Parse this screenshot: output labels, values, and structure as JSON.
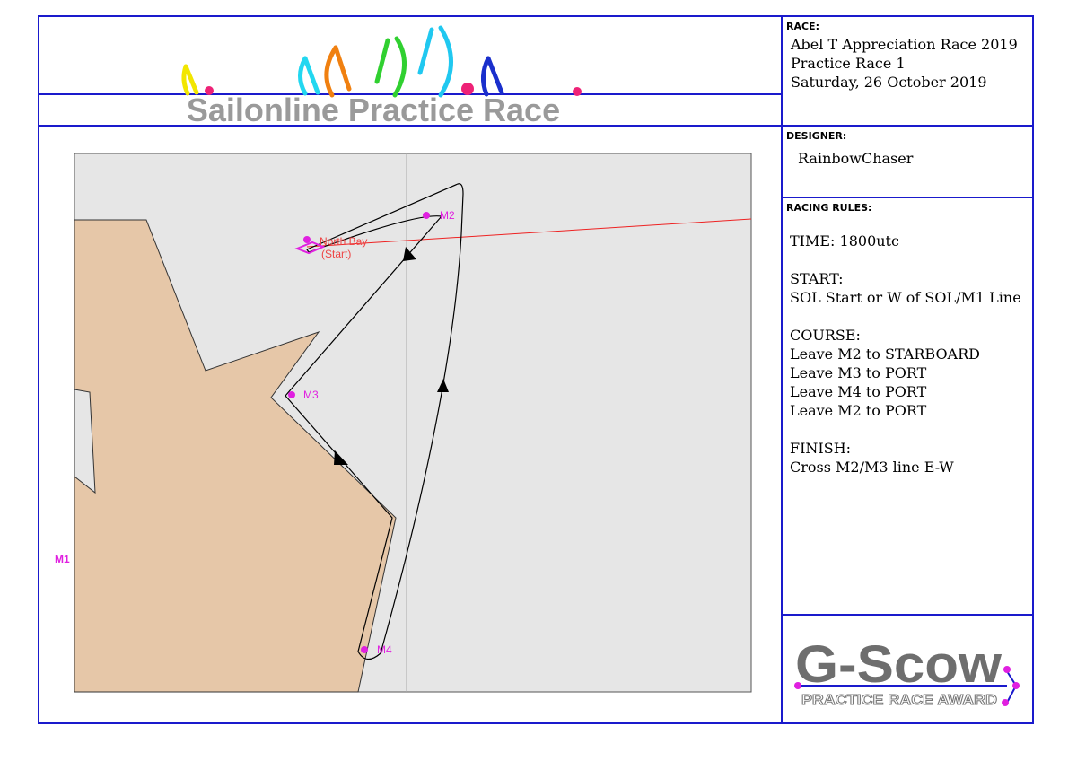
{
  "header": {
    "title": "Sailonline Practice Race"
  },
  "race": {
    "label": "RACE:",
    "lines": [
      "Abel T Appreciation Race 2019",
      "Practice Race 1",
      "Saturday, 26 October 2019"
    ]
  },
  "designer": {
    "label": "DESIGNER:",
    "name": "RainbowChaser"
  },
  "rules": {
    "label": "RACING RULES:",
    "lines": [
      "TIME: 1800utc",
      "",
      "START:",
      "SOL Start or W of SOL/M1 Line",
      "",
      "COURSE:",
      "Leave M2 to STARBOARD",
      "Leave M3 to PORT",
      "Leave M4 to PORT",
      "Leave M2 to PORT",
      "",
      "FINISH:",
      "Cross M2/M3 line E-W"
    ]
  },
  "map": {
    "start_label": "North Bay",
    "start_sub": "(Start)",
    "marks": {
      "m1": "M1",
      "m2": "M2",
      "m3": "M3",
      "m4": "M4"
    },
    "colors": {
      "land": "#e6c7a8",
      "water": "#e6e6e6",
      "mark": "#e020e0",
      "startline": "#ee2222",
      "course": "#000000"
    }
  },
  "award": {
    "title": "G-Scow",
    "subtitle": "PRACTICE RACE AWARD"
  },
  "colors": {
    "frame": "#1a1acc"
  }
}
